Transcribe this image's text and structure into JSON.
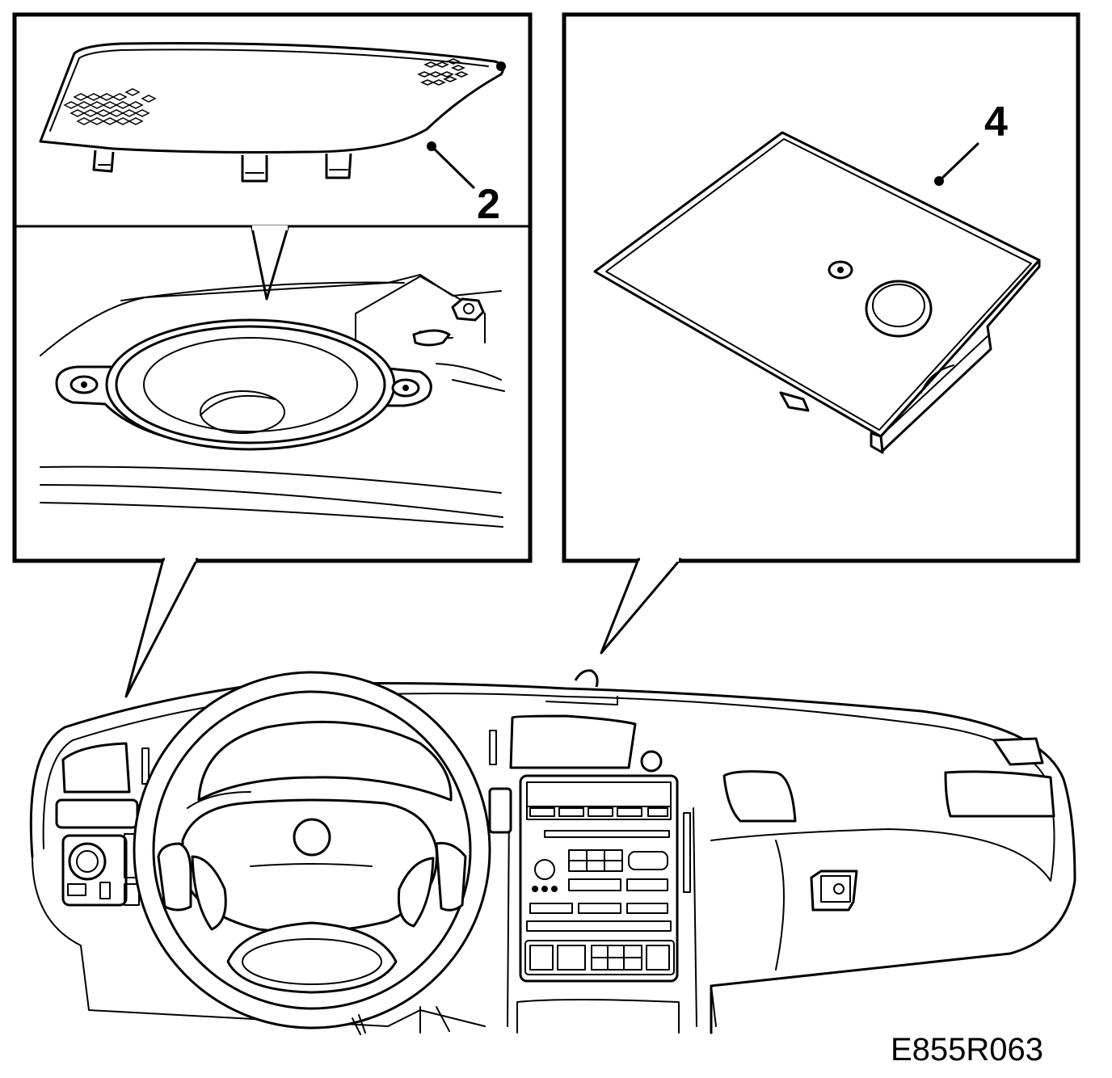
{
  "callouts": [
    {
      "number": "2"
    },
    {
      "number": "4"
    }
  ],
  "figure_code": "E855R063"
}
